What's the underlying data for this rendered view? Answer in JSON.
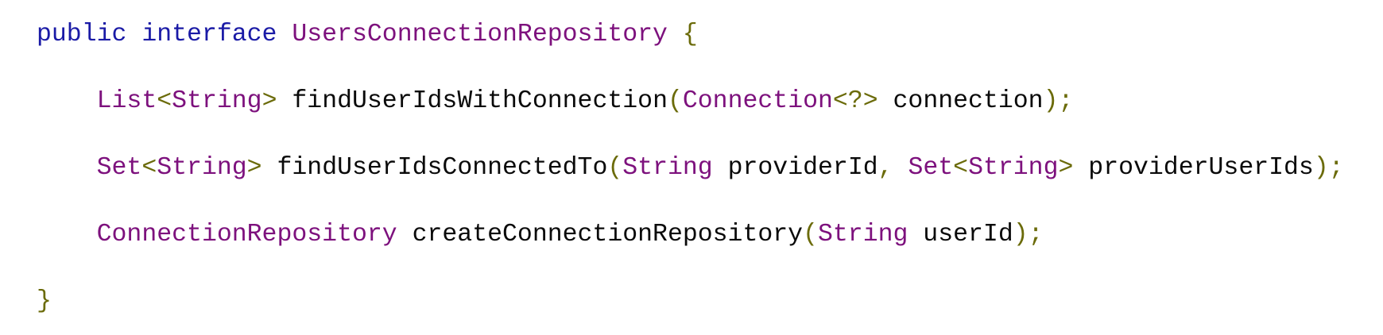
{
  "colors": {
    "background": "#ffffff",
    "keyword": "#1a1aa6",
    "type": "#7d117d",
    "punctuation": "#6b6b0a",
    "plain": "#0a0a0a"
  },
  "code": {
    "language": "java",
    "indent_unit": "    ",
    "lines": [
      {
        "indent": 0,
        "tokens": [
          {
            "text": "public",
            "type": "keyword"
          },
          {
            "text": " ",
            "type": "plain"
          },
          {
            "text": "interface",
            "type": "keyword"
          },
          {
            "text": " ",
            "type": "plain"
          },
          {
            "text": "UsersConnectionRepository",
            "type": "type"
          },
          {
            "text": " ",
            "type": "plain"
          },
          {
            "text": "{",
            "type": "punctuation"
          }
        ]
      },
      {
        "indent": 1,
        "tokens": [
          {
            "text": "List",
            "type": "type"
          },
          {
            "text": "<",
            "type": "punctuation"
          },
          {
            "text": "String",
            "type": "type"
          },
          {
            "text": ">",
            "type": "punctuation"
          },
          {
            "text": " ",
            "type": "plain"
          },
          {
            "text": "findUserIdsWithConnection",
            "type": "plain"
          },
          {
            "text": "(",
            "type": "punctuation"
          },
          {
            "text": "Connection",
            "type": "type"
          },
          {
            "text": "<?>",
            "type": "punctuation"
          },
          {
            "text": " connection",
            "type": "plain"
          },
          {
            "text": ");",
            "type": "punctuation"
          }
        ]
      },
      {
        "indent": 1,
        "tokens": [
          {
            "text": "Set",
            "type": "type"
          },
          {
            "text": "<",
            "type": "punctuation"
          },
          {
            "text": "String",
            "type": "type"
          },
          {
            "text": ">",
            "type": "punctuation"
          },
          {
            "text": " ",
            "type": "plain"
          },
          {
            "text": "findUserIdsConnectedTo",
            "type": "plain"
          },
          {
            "text": "(",
            "type": "punctuation"
          },
          {
            "text": "String",
            "type": "type"
          },
          {
            "text": " providerId",
            "type": "plain"
          },
          {
            "text": ",",
            "type": "punctuation"
          },
          {
            "text": " ",
            "type": "plain"
          },
          {
            "text": "Set",
            "type": "type"
          },
          {
            "text": "<",
            "type": "punctuation"
          },
          {
            "text": "String",
            "type": "type"
          },
          {
            "text": ">",
            "type": "punctuation"
          },
          {
            "text": " providerUserIds",
            "type": "plain"
          },
          {
            "text": ");",
            "type": "punctuation"
          }
        ]
      },
      {
        "indent": 1,
        "tokens": [
          {
            "text": "ConnectionRepository",
            "type": "type"
          },
          {
            "text": " ",
            "type": "plain"
          },
          {
            "text": "createConnectionRepository",
            "type": "plain"
          },
          {
            "text": "(",
            "type": "punctuation"
          },
          {
            "text": "String",
            "type": "type"
          },
          {
            "text": " userId",
            "type": "plain"
          },
          {
            "text": ");",
            "type": "punctuation"
          }
        ]
      },
      {
        "indent": 0,
        "tokens": [
          {
            "text": "}",
            "type": "punctuation"
          }
        ]
      }
    ]
  }
}
